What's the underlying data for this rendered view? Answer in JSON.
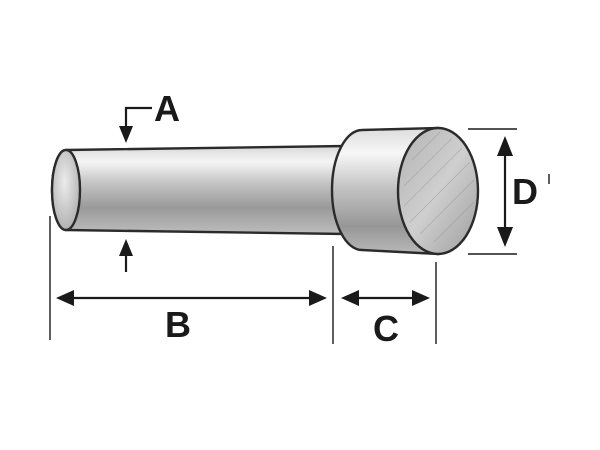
{
  "diagram": {
    "labels": {
      "A": "A",
      "B": "B",
      "C": "C",
      "D": "D"
    },
    "colors": {
      "ink": "#1a1a1a",
      "metal_light": "#f2f2f2",
      "metal_mid": "#c9c9c9",
      "metal_dark": "#8a8a8a",
      "face": "#a9a9a9"
    }
  }
}
